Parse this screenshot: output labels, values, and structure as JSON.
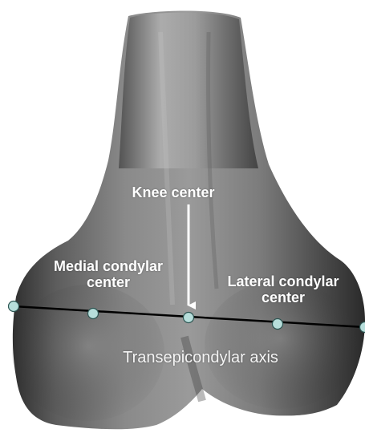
{
  "labels": {
    "knee_center": "Knee center",
    "medial_line1": "Medial condylar",
    "medial_line2": "center",
    "lateral_line1": "Lateral condylar",
    "lateral_line2": "center",
    "axis": "Transepicondylar axis"
  },
  "colors": {
    "bone_dark": "#3a3a3a",
    "bone_mid": "#7a7a7a",
    "bone_light": "#b8b8b8",
    "marker_fill": "#b7dedb",
    "marker_stroke": "#2d5552",
    "axis_line": "#000000",
    "arrow": "#ffffff"
  }
}
